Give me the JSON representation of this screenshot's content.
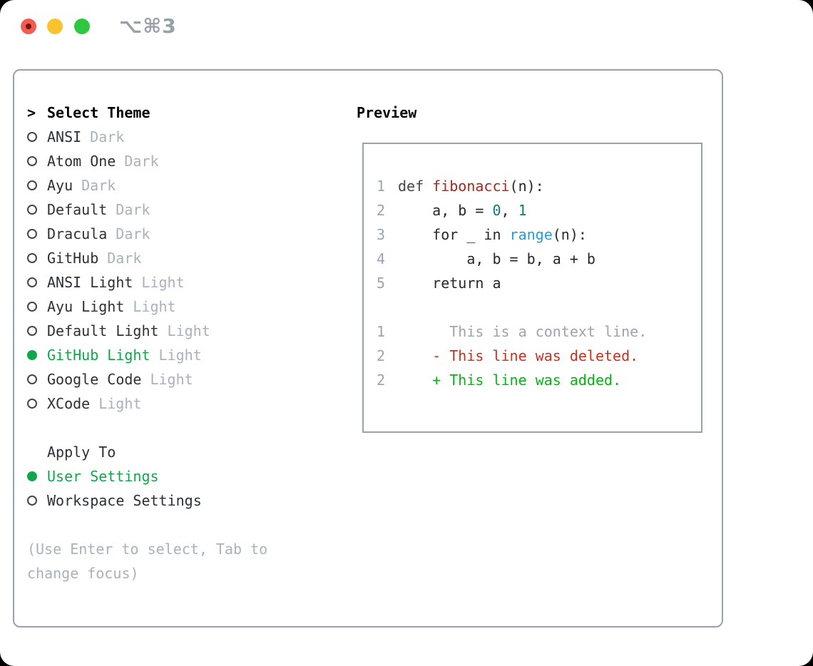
{
  "window": {
    "title": "⌥⌘3",
    "traffic_lights": {
      "close": "red",
      "minimize": "yellow",
      "zoom": "green"
    }
  },
  "theme_picker": {
    "header_prompt": ">",
    "header": "Select Theme",
    "items": [
      {
        "name": "ANSI",
        "variant": "Dark",
        "selected": false
      },
      {
        "name": "Atom One",
        "variant": "Dark",
        "selected": false
      },
      {
        "name": "Ayu",
        "variant": "Dark",
        "selected": false
      },
      {
        "name": "Default",
        "variant": "Dark",
        "selected": false
      },
      {
        "name": "Dracula",
        "variant": "Dark",
        "selected": false
      },
      {
        "name": "GitHub",
        "variant": "Dark",
        "selected": false
      },
      {
        "name": "ANSI Light",
        "variant": "Light",
        "selected": false
      },
      {
        "name": "Ayu Light",
        "variant": "Light",
        "selected": false
      },
      {
        "name": "Default Light",
        "variant": "Light",
        "selected": false
      },
      {
        "name": "GitHub Light",
        "variant": "Light",
        "selected": true
      },
      {
        "name": "Google Code",
        "variant": "Light",
        "selected": false
      },
      {
        "name": "XCode",
        "variant": "Light",
        "selected": false
      }
    ]
  },
  "apply_to": {
    "header": "Apply To",
    "items": [
      {
        "name": "User Settings",
        "selected": true
      },
      {
        "name": "Workspace Settings",
        "selected": false
      }
    ]
  },
  "hint": {
    "line1": "(Use Enter to select, Tab to",
    "line2": "change focus)"
  },
  "preview": {
    "header": "Preview",
    "lines": [
      {
        "num": "1",
        "segments": [
          {
            "text": "def ",
            "color": "kw"
          },
          {
            "text": "fibonacci",
            "color": "fn"
          },
          {
            "text": "(n):",
            "color": "code"
          }
        ]
      },
      {
        "num": "2",
        "segments": [
          {
            "text": "    a, b = ",
            "color": "code"
          },
          {
            "text": "0",
            "color": "num"
          },
          {
            "text": ", ",
            "color": "code"
          },
          {
            "text": "1",
            "color": "num"
          }
        ]
      },
      {
        "num": "3",
        "segments": [
          {
            "text": "    for _ in ",
            "color": "code"
          },
          {
            "text": "range",
            "color": "blue"
          },
          {
            "text": "(n):",
            "color": "code"
          }
        ]
      },
      {
        "num": "4",
        "segments": [
          {
            "text": "        a, b = b, a + b",
            "color": "code"
          }
        ]
      },
      {
        "num": "5",
        "segments": [
          {
            "text": "    return a",
            "color": "code"
          }
        ]
      },
      {
        "num": "",
        "segments": []
      },
      {
        "num": "1",
        "segments": [
          {
            "text": "      This is a context line.",
            "color": "ctx"
          }
        ]
      },
      {
        "num": "2",
        "segments": [
          {
            "text": "    - This line was deleted.",
            "color": "del"
          }
        ]
      },
      {
        "num": "2",
        "segments": [
          {
            "text": "    + This line was added.",
            "color": "add"
          }
        ]
      }
    ]
  },
  "colors": {
    "selected_green": "#10a74b",
    "added_green": "#00b80c",
    "deleted_red": "#cc2f1e",
    "function_red": "#a8281e",
    "number_teal": "#0c7d74",
    "builtin_blue": "#219fd9",
    "muted_gray": "#a9b2bc",
    "border_gray": "#98a2ad",
    "traffic_red": "#f05c51",
    "traffic_yellow": "#f9c22e",
    "traffic_green": "#2ec840"
  }
}
